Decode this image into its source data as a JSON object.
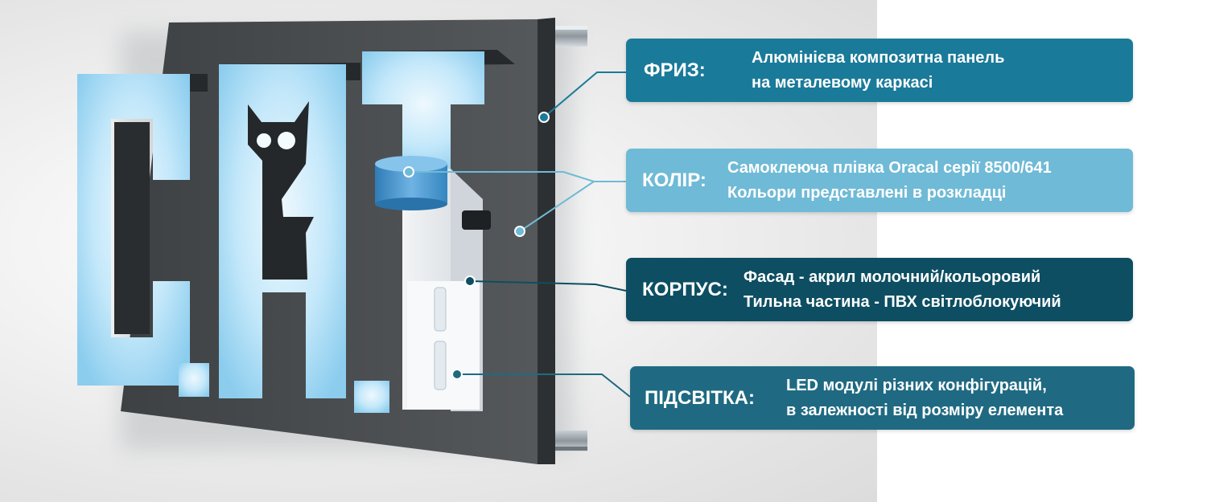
{
  "callouts": [
    {
      "heading": "ФРИЗ:",
      "lines": [
        "Алюмінієва композитна панель",
        "на металевому каркасі"
      ],
      "color": "#1a7a9a"
    },
    {
      "heading": "КОЛІР:",
      "lines": [
        "Самоклеюча плівка Oracal серії 8500/641",
        "Кольори представлені в розкладці"
      ],
      "color": "#6fbad6"
    },
    {
      "heading": "КОРПУС:",
      "lines": [
        "Фасад - акрил молочний/кольоровий",
        "Тильна частина - ПВХ світлоблокуючий"
      ],
      "color": "#0d4e62"
    },
    {
      "heading": "ПІДСВІТКА:",
      "lines": [
        "LED модулі різних конфігурацій,",
        "в залежності від розміру елемента"
      ],
      "color": "#1f6a82"
    }
  ],
  "sign": {
    "letter_color": "#a9dcf5",
    "panel_color": "#4a4d50",
    "leader_color": "#1a7a9a"
  }
}
